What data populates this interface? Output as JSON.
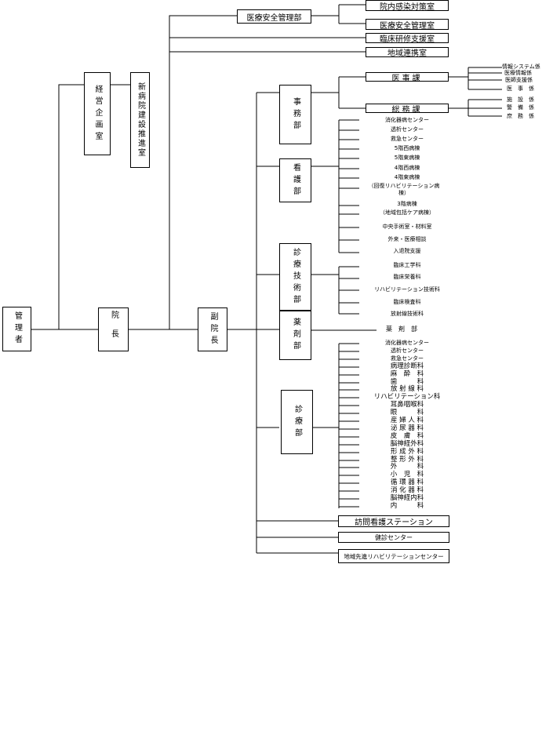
{
  "top": {
    "manager": "管理者",
    "director": "院長",
    "deputy": "副院長",
    "planning": "経営企画室",
    "new_hospital": "新病院建設推進室"
  },
  "upper": {
    "safety": "医療安全管理部",
    "infection": "院内感染対策室",
    "safety_room": "医療安全管理室",
    "training": "臨床研修支援室",
    "regional": "地域連携室"
  },
  "admin": {
    "name": "事務部",
    "medical_affairs": "医事課",
    "general_affairs": "総務課",
    "medical_affairs_units": [
      "情報システム係",
      "医療情報係",
      "医師支援係",
      "医　事　係"
    ],
    "general_affairs_units": [
      "施　設　係",
      "警　備　係",
      "庶　務　係"
    ]
  },
  "nursing": {
    "name": "看護部",
    "units": [
      "消化器病センター",
      "透析センター",
      "救急センター",
      "5階西病棟",
      "5階東病棟",
      "4階西病棟",
      "4階東病棟",
      "（回復リハビリテーション病棟）",
      "3階病棟",
      "（地域包括ケア病棟）",
      "中央手術室・材料室",
      "外来・医療相談",
      "入退院支援"
    ]
  },
  "tech": {
    "name": "診療技術部",
    "units": [
      "臨床工学科",
      "臨床栄養科",
      "リハビリテーション技術科",
      "臨床検査科",
      "放射線技術科"
    ]
  },
  "pharmacy": {
    "name": "薬剤部",
    "unit": "薬　剤　部"
  },
  "clinical": {
    "name": "診療部",
    "units": [
      "消化器病センター",
      "透析センター",
      "救急センター",
      "病理診断科",
      "麻　酔　科",
      "歯　　　科",
      "放 射 線 科",
      "リハビリテーション科",
      "耳鼻咽喉科",
      "眼　　　科",
      "産 婦 人 科",
      "泌 尿 器 科",
      "皮　膚　科",
      "脳神経外科",
      "形 成 外 科",
      "整 形 外 科",
      "外　　　科",
      "小　児　科",
      "循 環 器 科",
      "消 化 器 科",
      "脳神経内科",
      "内　　　科"
    ]
  },
  "bottom": {
    "visiting_nursing": "訪問看護ステーション",
    "health_check": "健診センター",
    "rehab_center": "地域先進リハビリテーションセンター"
  }
}
